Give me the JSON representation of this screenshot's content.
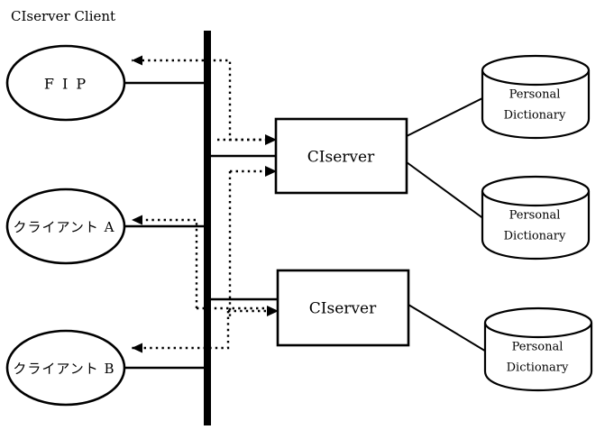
{
  "diagram": {
    "title": "CIserver Client",
    "clients": [
      {
        "id": "fip",
        "label": "F I P"
      },
      {
        "id": "client-a",
        "label": "クライアント A"
      },
      {
        "id": "client-b",
        "label": "クライアント B"
      }
    ],
    "servers": [
      {
        "id": "ciserver-1",
        "label": "CIserver"
      },
      {
        "id": "ciserver-2",
        "label": "CIserver"
      }
    ],
    "datastores": [
      {
        "id": "dictionary-1",
        "line1": "Personal",
        "line2": "Dictionary"
      },
      {
        "id": "dictionary-2",
        "line1": "Personal",
        "line2": "Dictionary"
      },
      {
        "id": "dictionary-3",
        "line1": "Personal",
        "line2": "Dictionary"
      }
    ],
    "colors": {
      "stroke": "#000000",
      "background": "#ffffff",
      "bar": "#000000"
    }
  }
}
